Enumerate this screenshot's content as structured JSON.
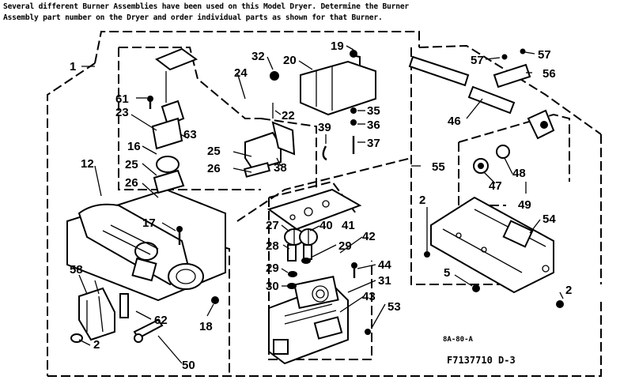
{
  "header": {
    "line1": "Several different Burner Assemblies have been used on this Model Dryer.  Determine the Burner",
    "line2": "Assembly part number on the Dryer and order individual parts as shown for that Burner."
  },
  "footer": {
    "code": "8A-80-A",
    "model": "F7137710 D-3"
  },
  "callouts": [
    "1",
    "2",
    "2",
    "2",
    "5",
    "12",
    "16",
    "17",
    "18",
    "19",
    "20",
    "22",
    "23",
    "24",
    "25",
    "25",
    "26",
    "26",
    "27",
    "28",
    "29",
    "29",
    "30",
    "31",
    "32",
    "35",
    "36",
    "37",
    "38",
    "39",
    "40",
    "41",
    "42",
    "43",
    "44",
    "46",
    "47",
    "48",
    "49",
    "50",
    "53",
    "54",
    "55",
    "56",
    "57",
    "57",
    "58",
    "61",
    "62",
    "63"
  ]
}
